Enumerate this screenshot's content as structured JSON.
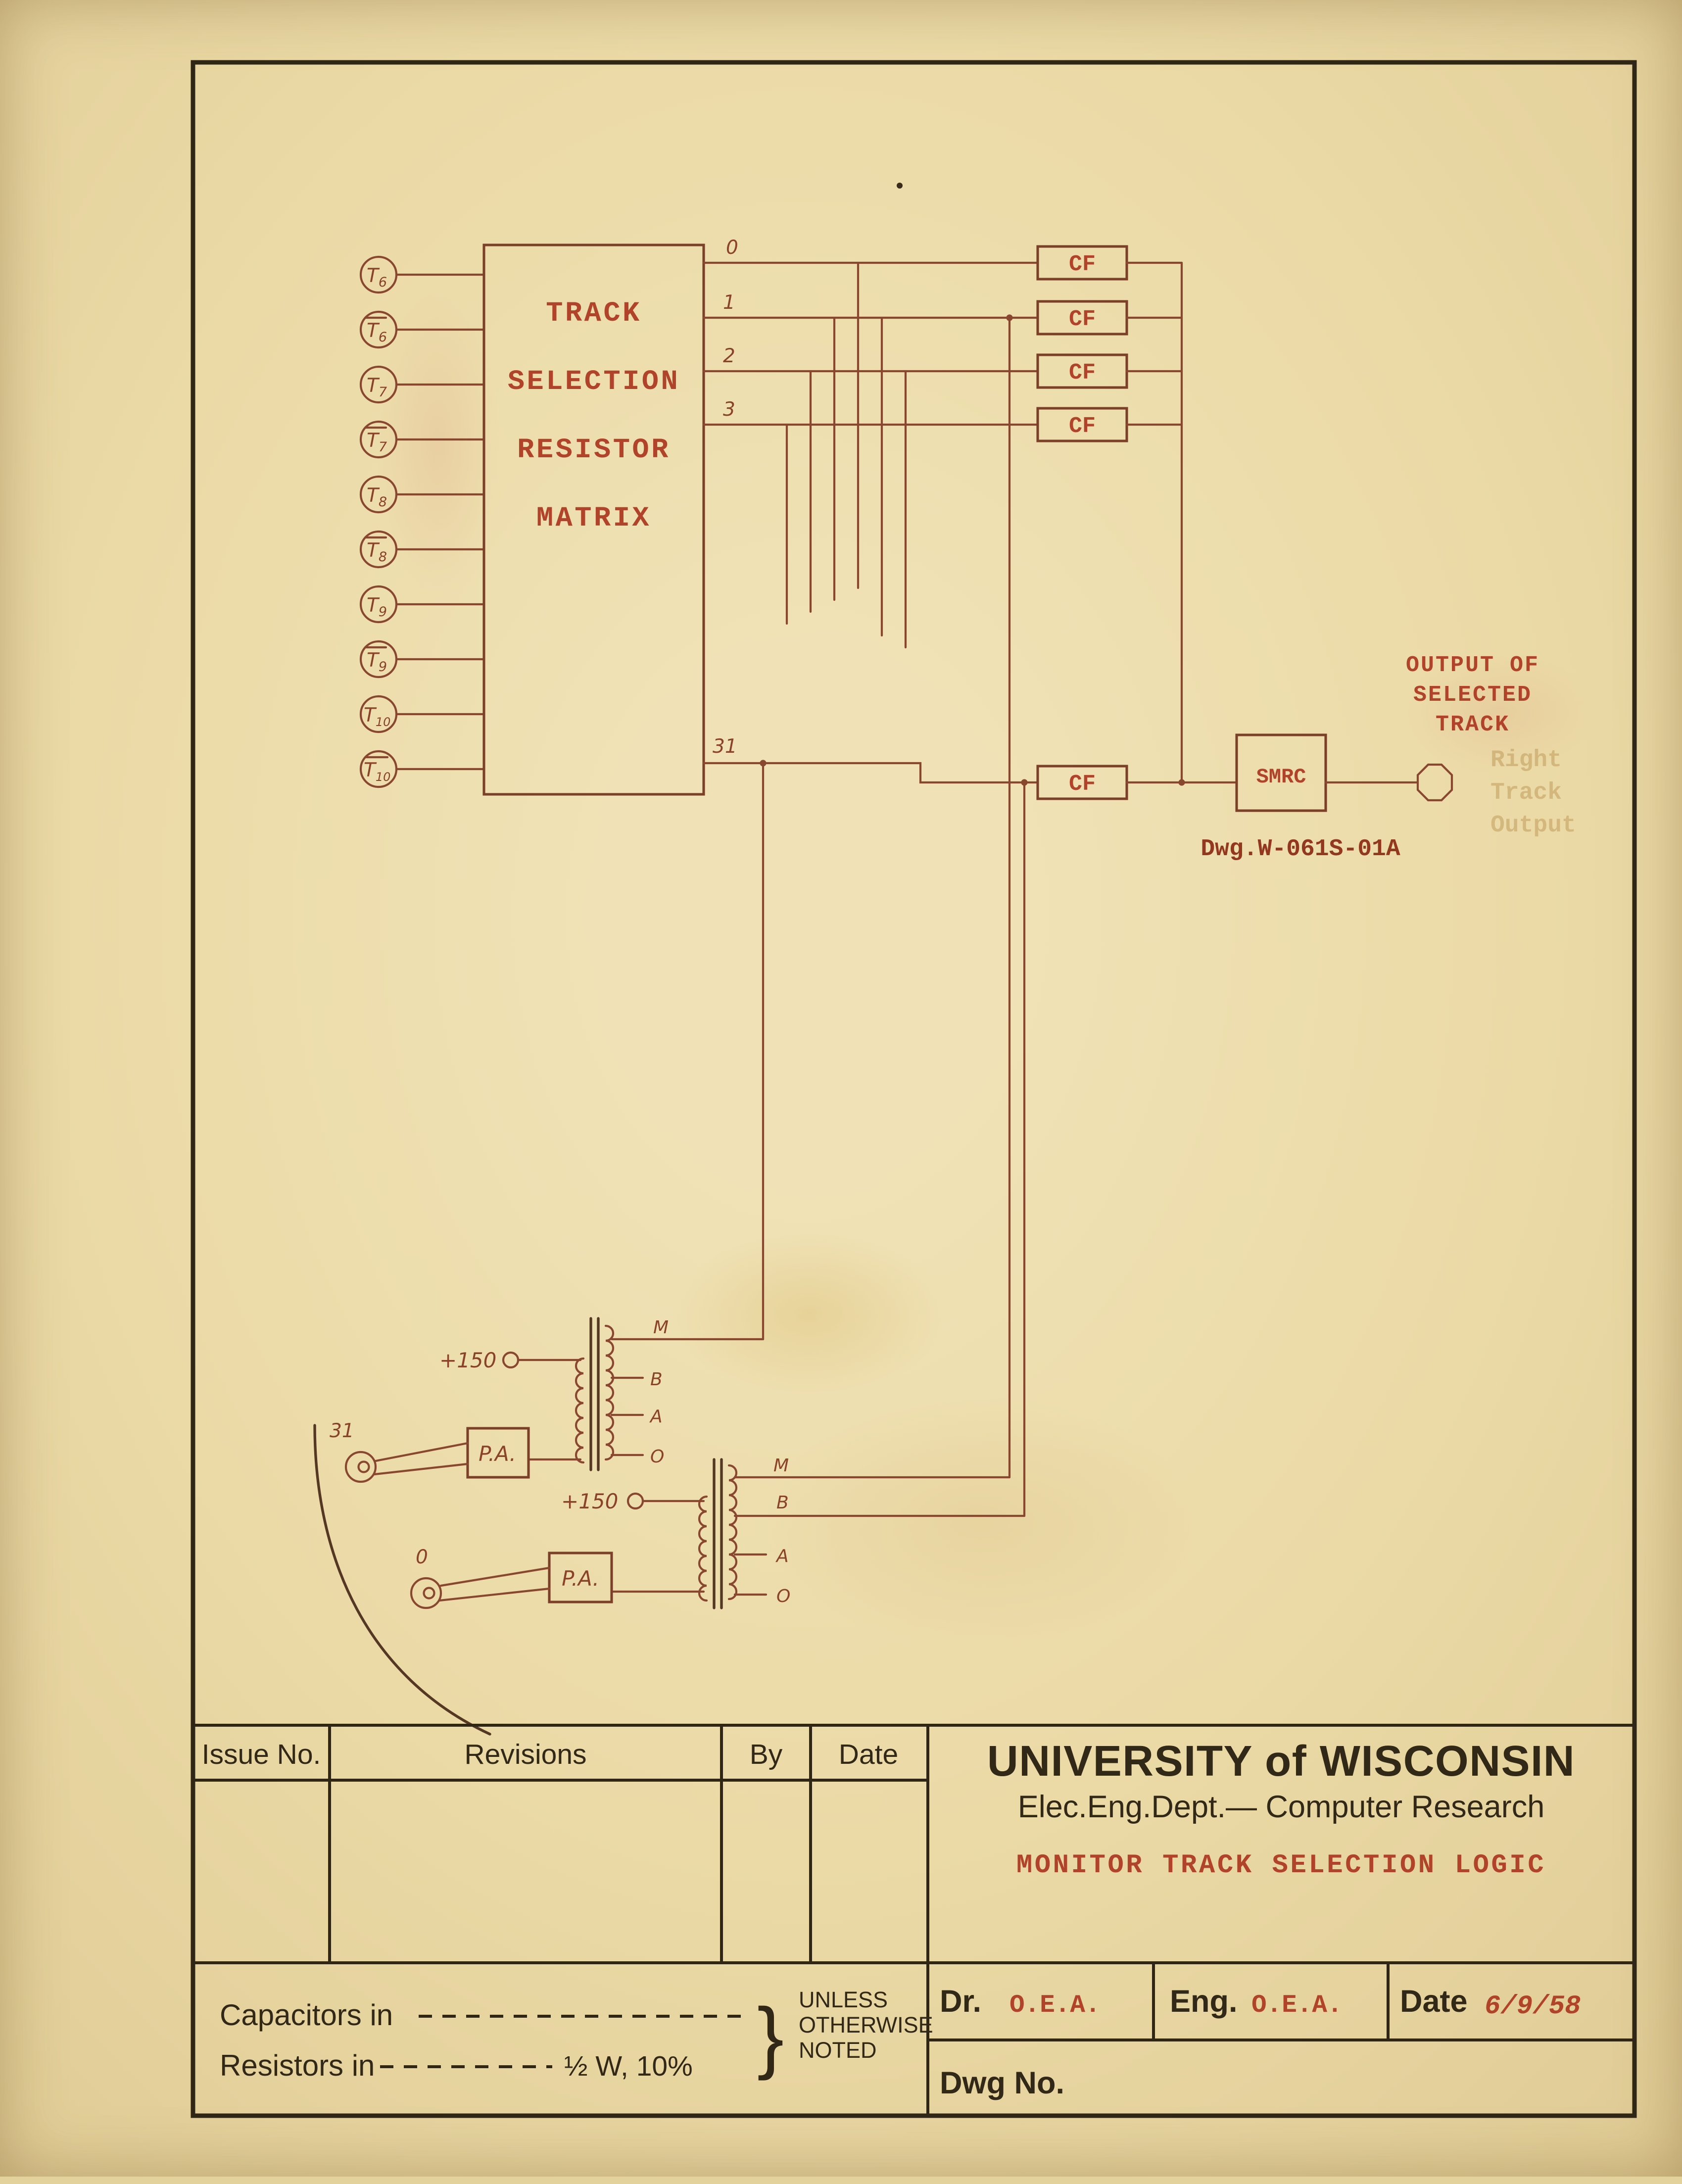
{
  "paper": {
    "bg": "#ebdaa6",
    "ink_red": "#b1432a",
    "ink_brown": "#8a4730",
    "ink_black": "#322818"
  },
  "schematic": {
    "matrix": {
      "line1": "TRACK",
      "line2": "SELECTION",
      "line3": "RESISTOR",
      "line4": "MATRIX"
    },
    "terminals": [
      {
        "t": "T",
        "sub": "6",
        "bar": false
      },
      {
        "t": "T",
        "sub": "6",
        "bar": true
      },
      {
        "t": "T",
        "sub": "7",
        "bar": false
      },
      {
        "t": "T",
        "sub": "7",
        "bar": true
      },
      {
        "t": "T",
        "sub": "8",
        "bar": false
      },
      {
        "t": "T",
        "sub": "8",
        "bar": true
      },
      {
        "t": "T",
        "sub": "9",
        "bar": false
      },
      {
        "t": "T",
        "sub": "9",
        "bar": true
      },
      {
        "t": "T",
        "sub": "10",
        "bar": false
      },
      {
        "t": "T",
        "sub": "10",
        "bar": true
      }
    ],
    "bus_labels": {
      "b0": "0",
      "b1": "1",
      "b2": "2",
      "b3": "3",
      "b31": "31"
    },
    "cf": "CF",
    "smrc": "SMRC",
    "output_caption": {
      "l1": "OUTPUT OF",
      "l2": "SELECTED",
      "l3": "TRACK"
    },
    "ghost": {
      "l1": "Right",
      "l2": "Track",
      "l3": "Output"
    },
    "dwg_ref": "Dwg.W-061S-01A",
    "supply": "+150",
    "preamp": "P.A.",
    "taps": {
      "m": "M",
      "b": "B",
      "a": "A",
      "o": "O"
    },
    "head31": "31",
    "head0": "0"
  },
  "titleblock": {
    "issue_no": "Issue No.",
    "revisions": "Revisions",
    "by": "By",
    "date": "Date",
    "university": "UNIVERSITY of WISCONSIN",
    "dept": "Elec.Eng.Dept.— Computer Research",
    "drawing_title": "MONITOR TRACK SELECTION LOGIC",
    "capacitors": "Capacitors in",
    "resistors": "Resistors in",
    "tolerance": "½ W, 10%",
    "brace": "}",
    "unless": "UNLESS",
    "otherwise": "OTHERWISE",
    "noted": "NOTED",
    "dr": "Dr.",
    "dr_val": "O.E.A.",
    "eng": "Eng.",
    "eng_val": "O.E.A.",
    "date_label": "Date",
    "date_val": "6/9/58",
    "dwg_no": "Dwg No."
  }
}
